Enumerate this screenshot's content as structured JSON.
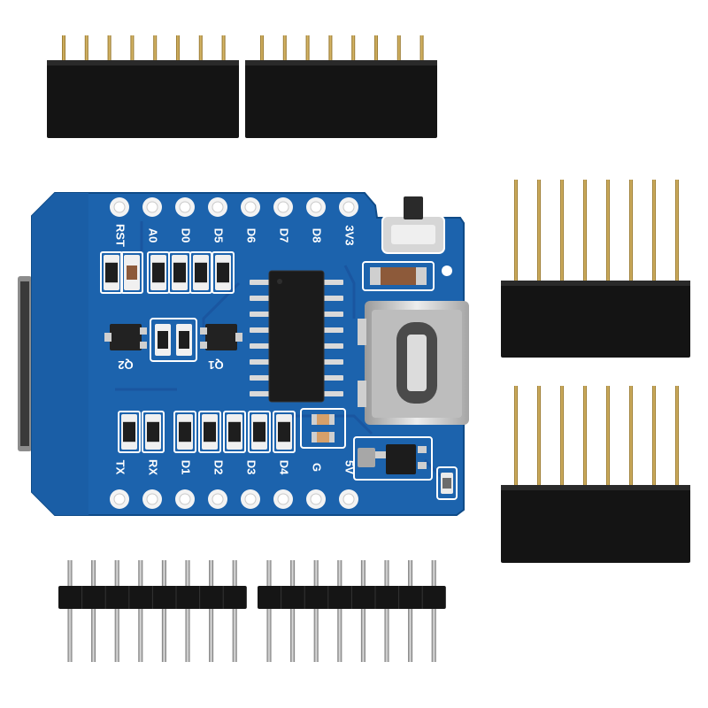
{
  "board": {
    "top_labels": [
      "RST",
      "A0",
      "D0",
      "D5",
      "D6",
      "D7",
      "D8",
      "3V3"
    ],
    "bottom_labels": [
      "TX",
      "RX",
      "D1",
      "D2",
      "D3",
      "D4",
      "G",
      "5V"
    ],
    "part_marks": {
      "q2": "Q2",
      "q1": "Q1"
    },
    "pin_rows": 2,
    "pins_per_row": 8
  },
  "colors": {
    "pcb": "#1d66b0",
    "pcb_dark": "#114a86",
    "silkscreen": "#ffffff",
    "header_plastic": "#111111",
    "pin_gold": "#b8923a"
  },
  "accessories": {
    "female_headers_horizontal": 2,
    "female_headers_vertical": 2,
    "male_headers": 2,
    "pins_per_header": 8
  }
}
